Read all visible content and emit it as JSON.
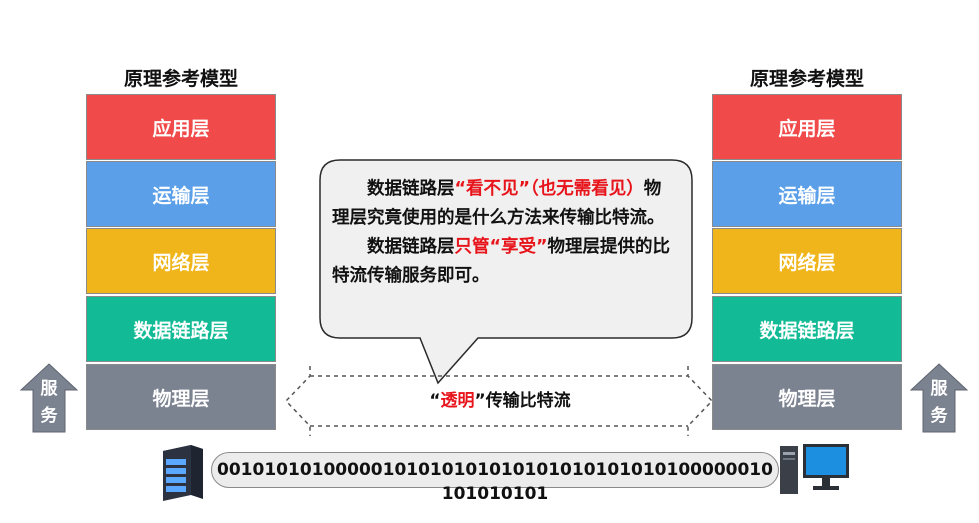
{
  "left_stack": {
    "title": "原理参考模型",
    "layers": [
      {
        "label": "应用层",
        "color": "#f04a4a"
      },
      {
        "label": "运输层",
        "color": "#5b9fe8"
      },
      {
        "label": "网络层",
        "color": "#f1b51c"
      },
      {
        "label": "数据链路层",
        "color": "#12bb95"
      },
      {
        "label": "物理层",
        "color": "#7b8290"
      }
    ],
    "service_label_1": "服",
    "service_label_2": "务"
  },
  "right_stack": {
    "title": "原理参考模型",
    "layers": [
      {
        "label": "应用层",
        "color": "#f04a4a"
      },
      {
        "label": "运输层",
        "color": "#5b9fe8"
      },
      {
        "label": "网络层",
        "color": "#f1b51c"
      },
      {
        "label": "数据链路层",
        "color": "#12bb95"
      },
      {
        "label": "物理层",
        "color": "#7b8290"
      }
    ],
    "service_label_1": "服",
    "service_label_2": "务"
  },
  "callout": {
    "p1_a": "数据链路层",
    "p1_b": "“看不见”（也无需看见）",
    "p1_c": "物理层究竟使用的是什么方法来传输比特流。",
    "p2_a": "数据链路层",
    "p2_b": "只管“享受”",
    "p2_c": "物理层提供的比特流传输服务即可。"
  },
  "transparent": {
    "q_open": "“",
    "emph": "透明",
    "q_close": "”",
    "rest": "传输比特流"
  },
  "bitstream": "00101010100000101010101010101010101010100000010101010101",
  "colors": {
    "arrow_fill": "#7b8290",
    "bubble_fill": "#f0f0f0",
    "bits_fill": "#ececec",
    "emphasis": "#e8141b"
  },
  "icons": {
    "server": "server-icon",
    "computer": "computer-icon"
  }
}
